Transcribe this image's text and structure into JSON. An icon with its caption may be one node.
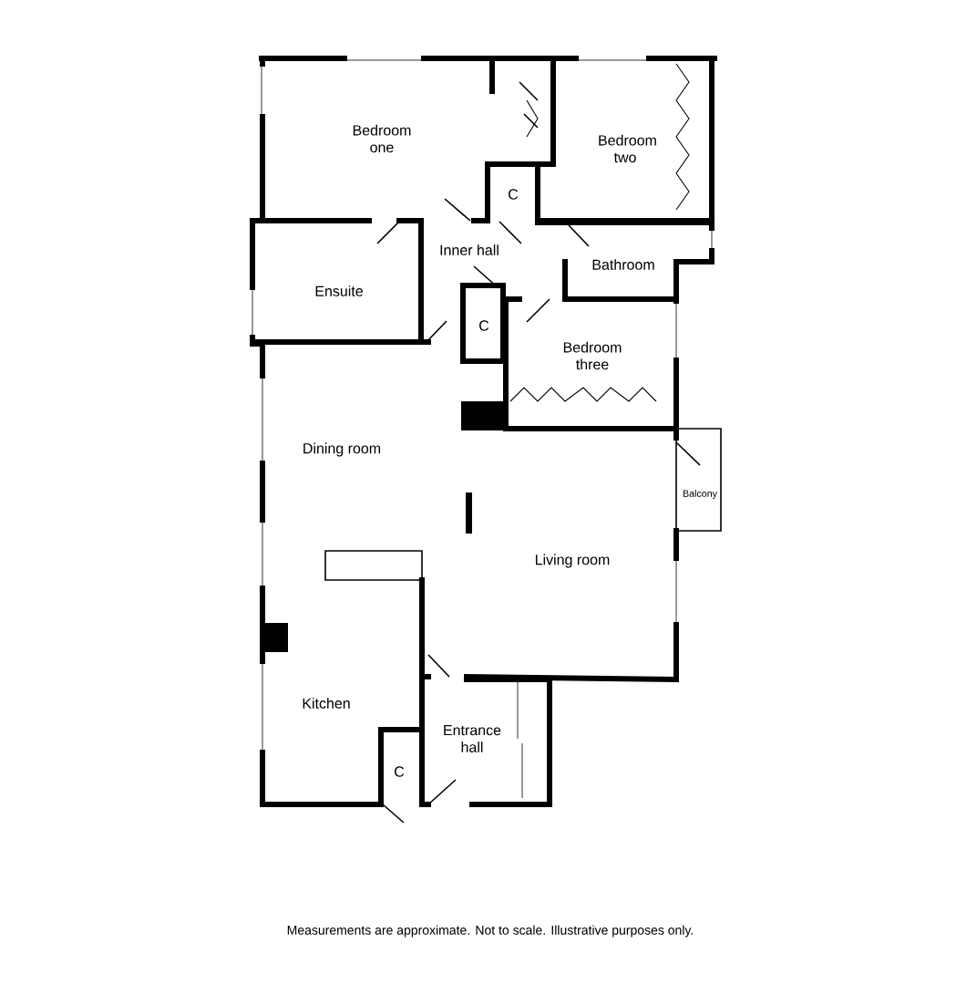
{
  "diagram": {
    "caption": "Measurements are approximate. Not to scale. Illustrative purposes only.",
    "labels": [
      "Bedroom one",
      "Bedroom two",
      "C",
      "Inner hall",
      "Bathroom",
      "Ensuite",
      "C",
      "Bedroom three",
      "Dining room",
      "Balcony",
      "Living room",
      "Kitchen",
      "Entrance hall",
      "C"
    ]
  }
}
